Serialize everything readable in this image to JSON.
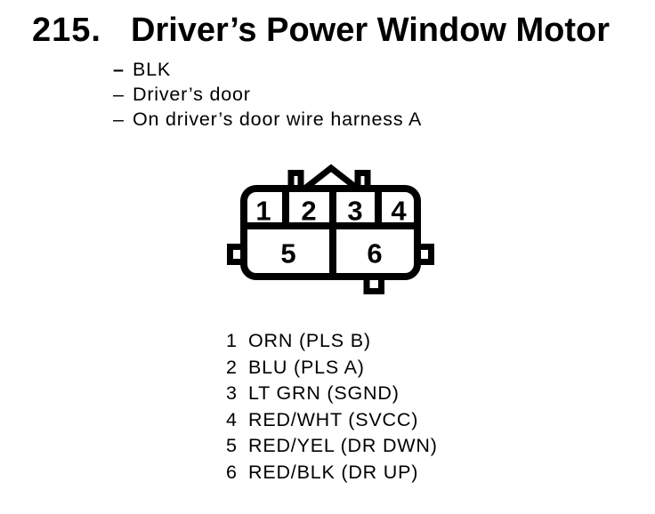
{
  "page": {
    "title_number": "215.",
    "title": "Driver’s Power Window Motor"
  },
  "notes": {
    "dash": "–",
    "items": [
      "BLK",
      "Driver’s door",
      "On driver’s door wire harness A"
    ]
  },
  "connector": {
    "description": "6-pin connector, front view, 4 cavities top row, 2 cavities bottom row",
    "pins": [
      "1",
      "2",
      "3",
      "4",
      "5",
      "6"
    ]
  },
  "pin_legend": [
    {
      "pin": "1",
      "label": "ORN (PLS B)"
    },
    {
      "pin": "2",
      "label": "BLU (PLS A)"
    },
    {
      "pin": "3",
      "label": "LT GRN (SGND)"
    },
    {
      "pin": "4",
      "label": "RED/WHT (SVCC)"
    },
    {
      "pin": "5",
      "label": "RED/YEL (DR DWN)"
    },
    {
      "pin": "6",
      "label": "RED/BLK (DR UP)"
    }
  ],
  "colors": {
    "ink": "#000000",
    "background": "#ffffff"
  }
}
